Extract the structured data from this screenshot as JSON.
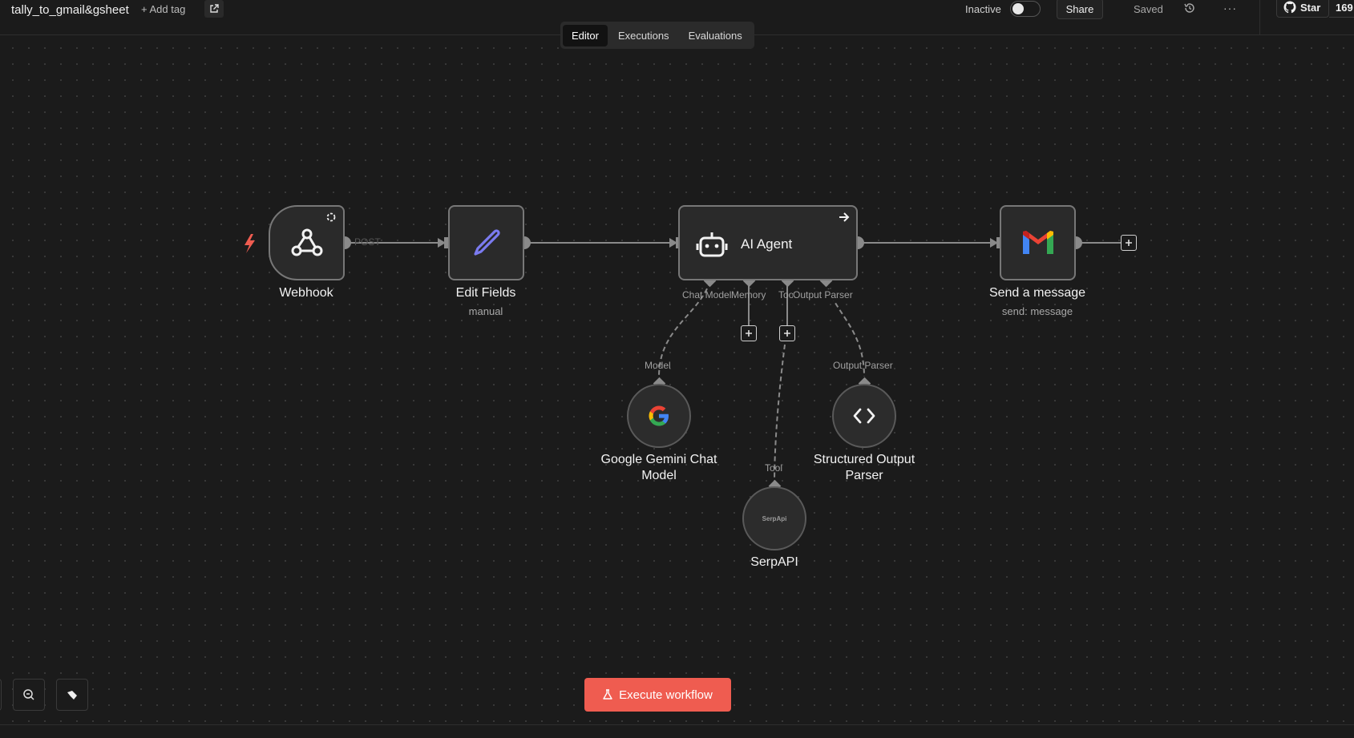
{
  "header": {
    "workflow_name": "tally_to_gmail&gsheet",
    "add_tag_label": "+ Add tag",
    "status_label": "Inactive",
    "share_label": "Share",
    "saved_label": "Saved",
    "more_label": "···",
    "github_star_label": "Star",
    "github_star_count": "169"
  },
  "view_tabs": [
    {
      "label": "Editor",
      "active": true
    },
    {
      "label": "Executions",
      "active": false
    },
    {
      "label": "Evaluations",
      "active": false
    }
  ],
  "nodes": {
    "webhook": {
      "title": "Webhook",
      "output_label": "POST",
      "icon": "webhook-icon"
    },
    "edit_fields": {
      "title": "Edit Fields",
      "subtitle": "manual",
      "icon": "pencil-icon"
    },
    "ai_agent": {
      "title": "AI Agent",
      "icon": "robot-icon",
      "ports": {
        "chat_model": "Chat Model",
        "memory": "Memory",
        "tool": "Tool",
        "output_parser": "Output Parser"
      }
    },
    "send_message": {
      "title": "Send a message",
      "subtitle": "send: message",
      "icon": "gmail-icon"
    },
    "gemini": {
      "title_line1": "Google Gemini Chat",
      "title_line2": "Model",
      "port_label": "Model",
      "icon": "google-icon"
    },
    "structured_parser": {
      "title_line1": "Structured Output",
      "title_line2": "Parser",
      "port_label": "Output Parser",
      "icon": "code-icon"
    },
    "serpapi": {
      "title": "SerpAPI",
      "port_label": "Tool",
      "logo_text": "SerpApi",
      "icon": "serpapi-icon"
    }
  },
  "execute_button_label": "Execute workflow",
  "colors": {
    "accent": "#ef5c50",
    "trigger_bolt": "#ef5c50",
    "edit_fields_icon": "#7b7bf0"
  }
}
